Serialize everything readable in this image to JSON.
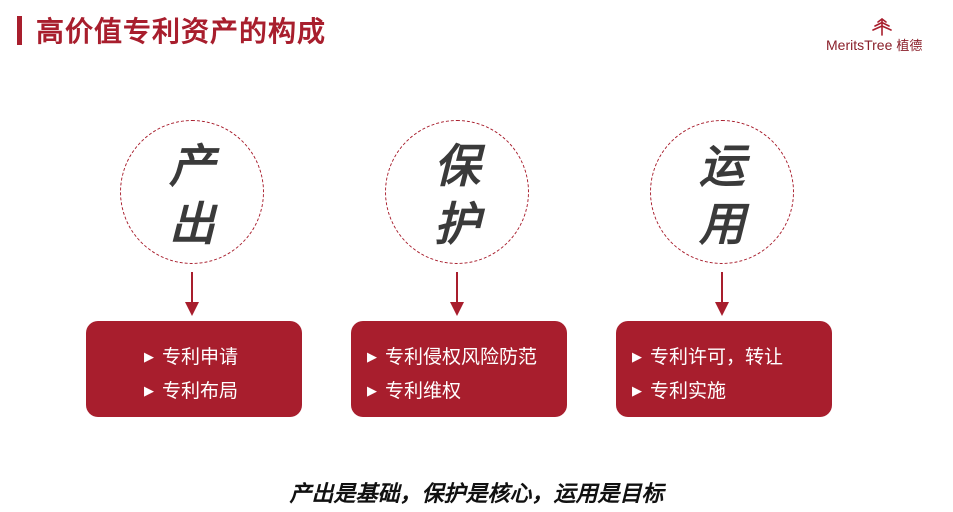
{
  "header": {
    "title": "高价值专利资产的构成",
    "logo_text": "MeritsTree",
    "logo_cn": "植德"
  },
  "pillars": [
    {
      "chars": [
        "产",
        "出"
      ],
      "items": [
        "专利申请",
        "专利布局"
      ]
    },
    {
      "chars": [
        "保",
        "护"
      ],
      "items": [
        "专利侵权风险防范",
        "专利维权"
      ]
    },
    {
      "chars": [
        "运",
        "用"
      ],
      "items": [
        "专利许可，转让",
        "专利实施"
      ]
    }
  ],
  "bullet_symbol": "▶",
  "slogan": "产出是基础，保护是核心，运用是目标",
  "colors": {
    "accent": "#a81e2d",
    "text_dark": "#3a3a3a"
  },
  "icons": [
    "tree-logo-icon",
    "arrow-down-icon",
    "triangle-bullet-icon"
  ]
}
